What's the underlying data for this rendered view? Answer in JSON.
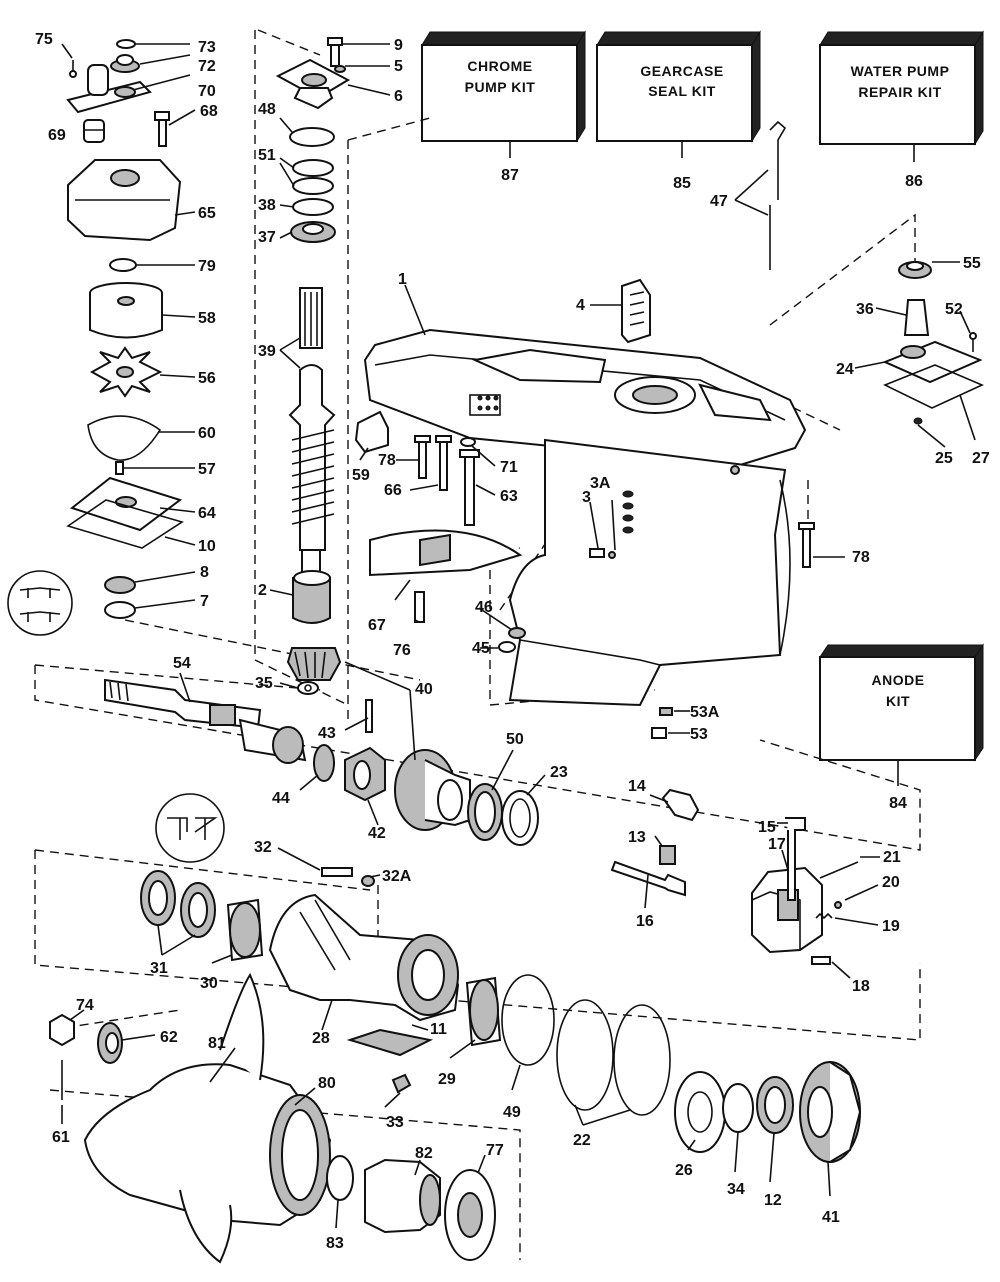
{
  "kits": {
    "chrome_pump": {
      "line1": "CHROME",
      "line2": "PUMP KIT",
      "num": "87"
    },
    "gearcase_seal": {
      "line1": "GEARCASE",
      "line2": "SEAL KIT",
      "num": "85"
    },
    "water_pump": {
      "line1": "WATER PUMP",
      "line2": "REPAIR KIT",
      "num": "86"
    },
    "anode": {
      "line1": "ANODE",
      "line2": "KIT",
      "num": "84"
    }
  },
  "callouts": {
    "c75": "75",
    "c73": "73",
    "c72": "72",
    "c70": "70",
    "c69": "69",
    "c68": "68",
    "c65": "65",
    "c79": "79",
    "c58": "58",
    "c56": "56",
    "c60": "60",
    "c57": "57",
    "c64": "64",
    "c10": "10",
    "c8": "8",
    "c7": "7",
    "c9": "9",
    "c5": "5",
    "c6": "6",
    "c48": "48",
    "c51": "51",
    "c38": "38",
    "c37": "37",
    "c39": "39",
    "c2": "2",
    "c35": "35",
    "c40": "40",
    "c1": "1",
    "c4": "4",
    "c47": "47",
    "c55": "55",
    "c36": "36",
    "c52": "52",
    "c24": "24",
    "c25": "25",
    "c27": "27",
    "c78a": "78",
    "c71": "71",
    "c66": "66",
    "c63": "63",
    "c59": "59",
    "c3": "3",
    "c3a": "3A",
    "c78b": "78",
    "c67": "67",
    "c76": "76",
    "c46": "46",
    "c45": "45",
    "c53a": "53A",
    "c53": "53",
    "c54": "54",
    "c43": "43",
    "c44": "44",
    "c42": "42",
    "c50": "50",
    "c23": "23",
    "c14": "14",
    "c13": "13",
    "c16": "16",
    "c15": "15",
    "c17": "17",
    "c21": "21",
    "c20": "20",
    "c19": "19",
    "c18": "18",
    "c32": "32",
    "c32a": "32A",
    "c31": "31",
    "c30": "30",
    "c28": "28",
    "c11": "11",
    "c29": "29",
    "c49": "49",
    "c22": "22",
    "c26": "26",
    "c34": "34",
    "c12": "12",
    "c41": "41",
    "c74": "74",
    "c62": "62",
    "c61": "61",
    "c81": "81",
    "c80": "80",
    "c33": "33",
    "c82": "82",
    "c77": "77",
    "c83": "83"
  }
}
